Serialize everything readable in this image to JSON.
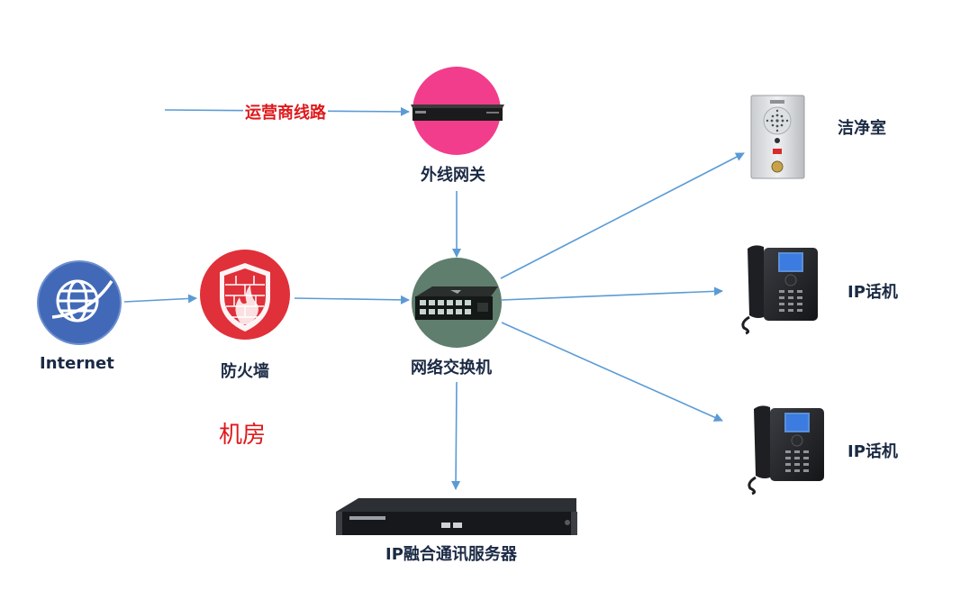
{
  "nodes": {
    "internet": {
      "label": "Internet",
      "icon": "globe-icon",
      "color": "#4169b7"
    },
    "firewall": {
      "label": "防火墙",
      "icon": "firewall-icon",
      "color": "#e0303a"
    },
    "switch": {
      "label": "网络交换机",
      "icon": "network-switch-icon",
      "color": "#5f7e6d"
    },
    "gateway": {
      "label": "外线网关",
      "icon": "gateway-device-icon",
      "color": "#f23d8c"
    },
    "server": {
      "label": "IP融合通讯服务器",
      "icon": "rack-server-icon"
    },
    "cleanroom": {
      "label": "洁净室",
      "icon": "intercom-panel-icon"
    },
    "phone1": {
      "label": "IP话机",
      "icon": "ip-phone-icon"
    },
    "phone2": {
      "label": "IP话机",
      "icon": "ip-phone-icon"
    }
  },
  "carrier_line_label": "运营商线路",
  "machine_room_label": "机房",
  "colors": {
    "arrow": "#5b9bd5",
    "accent_red": "#e0191b"
  }
}
